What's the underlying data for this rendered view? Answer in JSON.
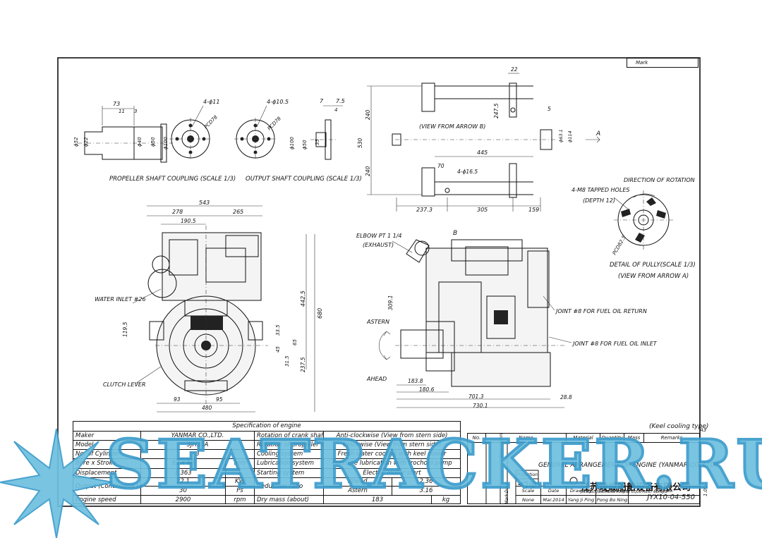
{
  "drawing": {
    "mark_label": "Mark",
    "cooling_note": "(Keel cooling type)",
    "labels": {
      "propeller_coupling": "PROPELLER SHAFT COUPLING (SCALE 1/3)",
      "output_coupling": "OUTPUT SHAFT COUPLING (SCALE 1/3)",
      "view_arrow_b": "(VIEW FROM ARROW B)",
      "direction_rotation": "DIRECTION OF ROTATION",
      "tapped_holes": "4-M8 TAPPED HOLES",
      "depth": "(DEPTH 12)",
      "detail_pully": "DETAIL OF PULLY(SCALE 1/3)",
      "view_arrow_a": "(VIEW FROM ARROW A)",
      "elbow": "ELBOW PT 1 1/4",
      "exhaust": "(EXHAUST)",
      "water_inlet": "WATER INLET #26",
      "clutch_lever": "CLUTCH LEVER",
      "astern": "ASTERN",
      "ahead": "AHEAD",
      "joint_return": "JOINT #8 FOR FUEL OIL RETURN",
      "joint_inlet": "JOINT #8 FOR FUEL OIL INLET",
      "arrow_a": "A",
      "arrow_b": "B"
    },
    "dims": {
      "d73": "73",
      "d11": "11",
      "d3": "3",
      "d4phi11": "4-ϕ11",
      "pcd78a": "PCD78",
      "d4phi105": "4-ϕ10.5",
      "pcd78b": "PCD78",
      "d7": "7",
      "d75": "7.5",
      "d4": "4",
      "phi52": "ϕ52",
      "phi22": "ϕ22",
      "phi40": "ϕ40",
      "phi50": "ϕ50",
      "phi100a": "ϕ100",
      "phi100b": "ϕ100",
      "phi50b": "ϕ50",
      "d35": "35",
      "d22": "22",
      "d5": "5",
      "d2475": "247.5",
      "d240a": "240",
      "d530": "530",
      "d240b": "240",
      "d445": "445",
      "d70": "70",
      "d4phi165": "4-ϕ16.5",
      "d2373": "237.3",
      "d305": "305",
      "d159": "159",
      "phi631": "ϕ63.1",
      "phi114": "ϕ114",
      "d543": "543",
      "d278": "278",
      "d265": "265",
      "d1905": "190.5",
      "d4425": "442.5",
      "d680": "680",
      "d1195": "119.5",
      "d335": "33.5",
      "d65": "65",
      "d45": "45",
      "d315": "31.5",
      "d2375": "237.5",
      "d93": "93",
      "d95": "95",
      "d480": "480",
      "d3091": "309.1",
      "d1838": "183.8",
      "d1806": "180.6",
      "d7013": "701.3",
      "d288": "28.8",
      "d7301": "730.1",
      "pcd825": "PCD82.5"
    }
  },
  "spec": {
    "title": "Specification of engine",
    "left_rows": [
      {
        "label": "Maker",
        "value": "YANMAR CO.,LTD.",
        "unit": ""
      },
      {
        "label": "Model",
        "value": "3JH30A",
        "unit": ""
      },
      {
        "label": "No. of Cylinder",
        "value": "3",
        "unit": ""
      },
      {
        "label": "Bore x Stroke",
        "value": "82 x 86",
        "unit": "mm"
      },
      {
        "label": "Displacement",
        "value": "1.363",
        "unit": "L"
      },
      {
        "label": "Output (Continuous rating)",
        "value": "22.1",
        "unit": "KW",
        "value2": "30",
        "unit2": "Ps"
      },
      {
        "label": "Engine speed",
        "value": "2900",
        "unit": "rpm"
      }
    ],
    "right_rows": [
      {
        "label": "Rotation of crank shaft",
        "value": "Anti-clockwise (View from stern side)"
      },
      {
        "label": "Rotation of propeller shaft",
        "value": "Clockwise (View from stern side)"
      },
      {
        "label": "Cooling system",
        "value": "Fresh water cooling with keel cooler"
      },
      {
        "label": "Lubrication system",
        "value": "Pressure lubrication with trochoid pump"
      },
      {
        "label": "Starting system",
        "value": "Electric motor start"
      },
      {
        "label": "Reduction ratio",
        "ahead_label": "Ahead",
        "ahead_value": "2.36",
        "astern_label": "Astern",
        "astern_value": "3.16"
      },
      {
        "label": "Dry mass (about)",
        "value": "183",
        "unit": "kg"
      }
    ]
  },
  "title_block": {
    "headers": [
      "No.",
      "Name",
      "Material",
      "Quantity",
      "Mass",
      "Remarks"
    ],
    "drawing_title": "GENERAL ARRANGEMENT OF ENGINE (YANMAR CO.,LTD)",
    "projection_label": "Projection",
    "description_label": "Description",
    "date_label": "Date",
    "mark_label": "Mark",
    "company_cn": "江苏竣成船舶设备有限公司",
    "company_en": "JIANGSU JUNCHENG MARINE EQUIPMENT CO.,LTD",
    "bottom_headers": [
      "Scale",
      "Date",
      "Drawn by",
      "Checked by",
      "Dwg.No."
    ],
    "bottom_values": [
      "None",
      "Mar.2014",
      "Yang Ji Ping",
      "Pong Bo Ning",
      ""
    ],
    "dwg_no": "JYX10-04-550",
    "sheet_no": "A3",
    "side_code": "1.01"
  },
  "watermark": "SEATRACKER.RU"
}
